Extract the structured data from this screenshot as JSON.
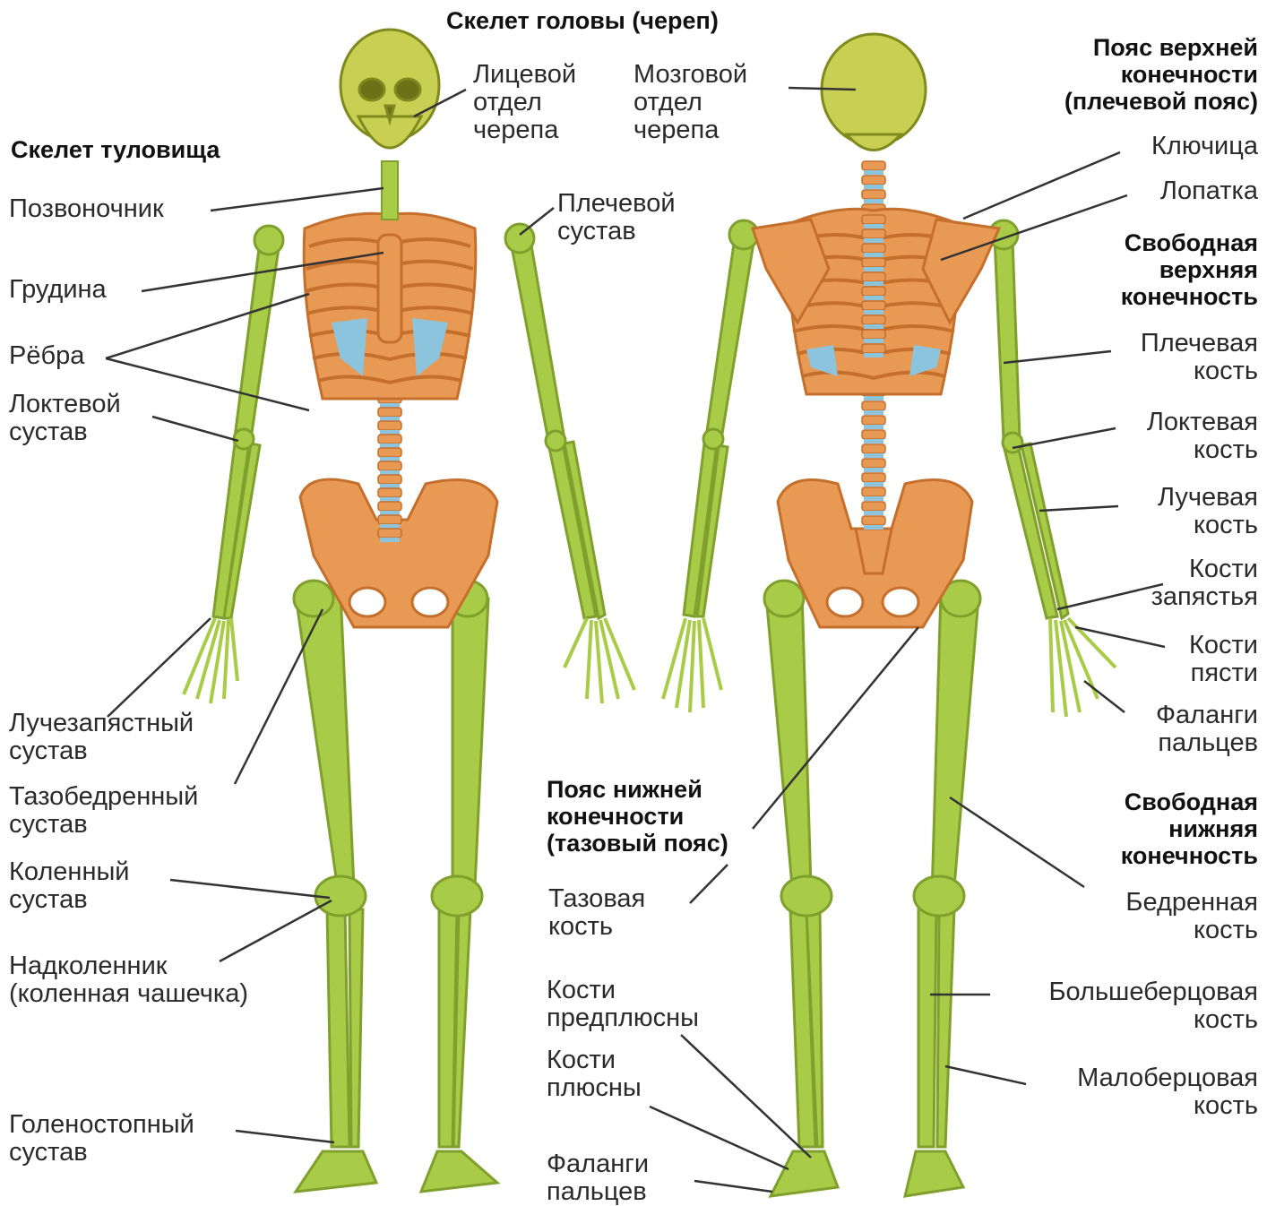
{
  "colors": {
    "bone_green": "#a9cc48",
    "bone_green_dark": "#7fa02c",
    "trunk_orange": "#e89a55",
    "trunk_orange_dark": "#c46f2c",
    "cartilage_blue": "#8cc3dd",
    "skull_yellow": "#c9cf52",
    "leader_line": "#333333"
  },
  "headings": {
    "skull": "Скелет головы (череп)",
    "trunk": "Скелет туловища",
    "upper_girdle": "Пояс верхней\nконечности\n(плечевой пояс)",
    "free_upper": "Свободная\nверхняя\nконечность",
    "lower_girdle": "Пояс нижней\nконечности\n(тазовый пояс)",
    "free_lower": "Свободная\nнижняя\nконечность"
  },
  "labels": {
    "facial_skull": "Лицевой\nотдел\nчерепа",
    "cranial_skull": "Мозговой\nотдел\nчерепа",
    "spine": "Позвоночник",
    "shoulder_joint": "Плечевой\nсустав",
    "sternum": "Грудина",
    "ribs": "Рёбра",
    "elbow_joint": "Локтевой\nсустав",
    "wrist_joint": "Лучезапястный\nсустав",
    "hip_joint": "Тазобедренный\nсустав",
    "knee_joint": "Коленный\nсустав",
    "kneecap": "Надколенник\n(коленная чашечка)",
    "ankle_joint": "Голеностопный\nсустав",
    "clavicle": "Ключица",
    "scapula": "Лопатка",
    "humerus": "Плечевая\nкость",
    "ulna": "Локтевая\nкость",
    "radius": "Лучевая\nкость",
    "carpals": "Кости\nзапястья",
    "metacarpals": "Кости\nпясти",
    "finger_phalanges": "Фаланги\nпальцев",
    "pelvic_bone": "Тазовая\nкость",
    "tarsals": "Кости\nпредплюсны",
    "metatarsals": "Кости\nплюсны",
    "toe_phalanges": "Фаланги\nпальцев",
    "femur": "Бедренная\nкость",
    "tibia": "Большеберцовая\nкость",
    "fibula": "Малоберцовая\nкость"
  }
}
